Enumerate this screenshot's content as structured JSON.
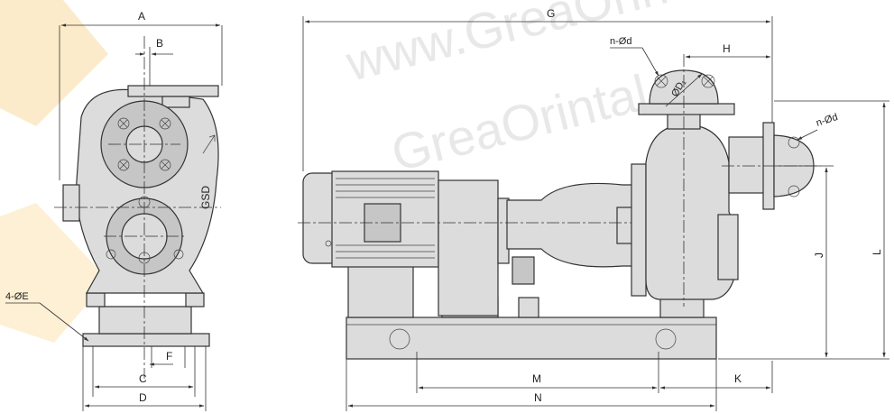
{
  "watermark": {
    "line1": "www.GreaOrintal",
    "line2": "GreaOrintal",
    "logo_color": "#f7c97a"
  },
  "front_view": {
    "dims": {
      "A": "A",
      "B": "B",
      "C": "C",
      "D": "D",
      "F": "F",
      "holes": "4-ØE"
    },
    "casting_mark": "GSD"
  },
  "side_view": {
    "dims": {
      "G": "G",
      "H": "H",
      "J": "J",
      "K": "K",
      "L": "L",
      "M": "M",
      "N": "N",
      "flange_holes_top": "n-Ød",
      "flange_holes_side": "n-Ød",
      "flange_dia": "ØD₁"
    }
  }
}
